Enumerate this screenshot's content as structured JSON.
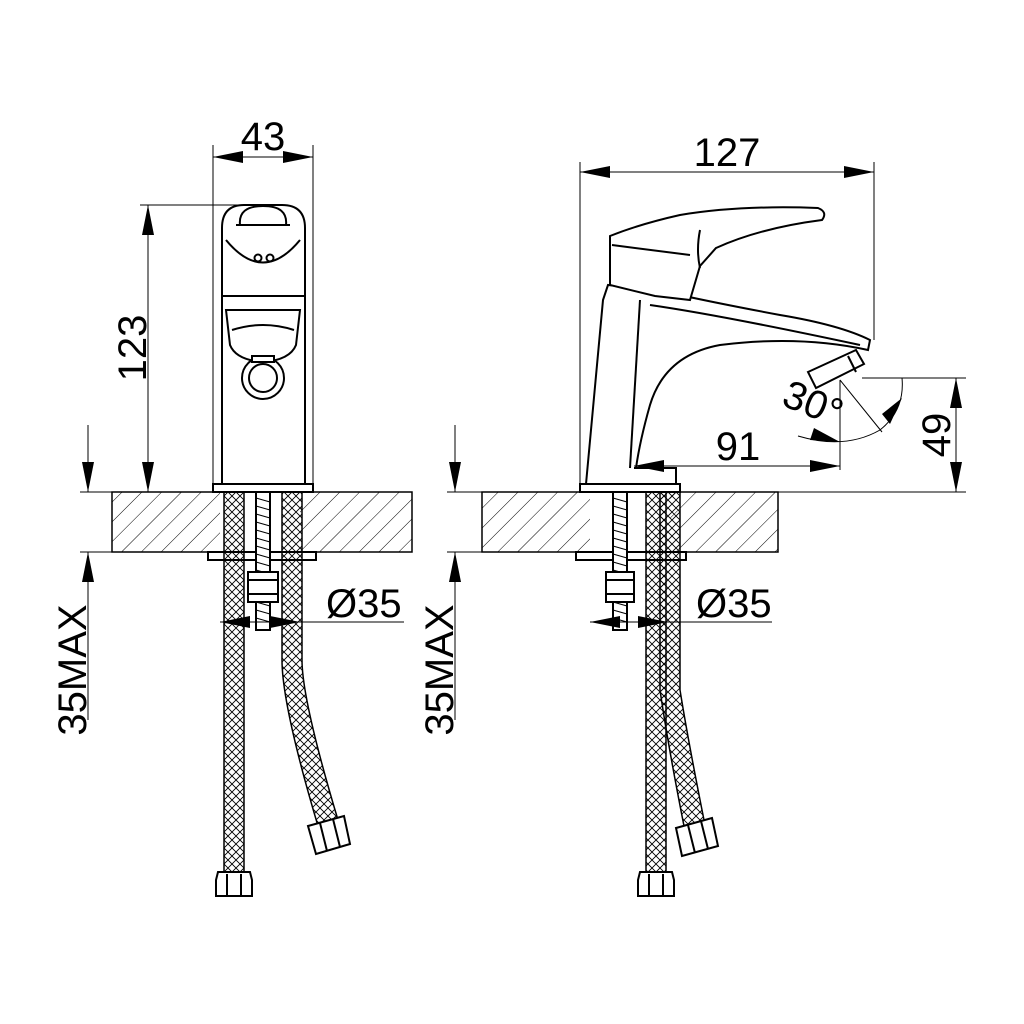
{
  "dimensions": {
    "front_width": "43",
    "front_height": "123",
    "front_hole": "Ø35",
    "front_max": "35MAX",
    "side_length": "127",
    "side_reach": "91",
    "side_angle": "30°",
    "side_height": "49",
    "side_hole": "Ø35",
    "side_max": "35MAX"
  },
  "colors": {
    "line": "#000000",
    "background": "#ffffff"
  }
}
